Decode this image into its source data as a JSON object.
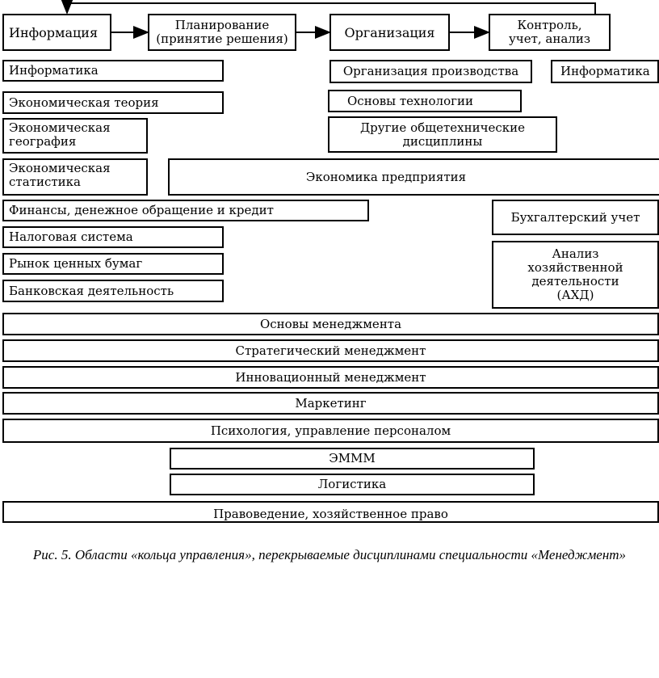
{
  "flow": {
    "information": "Информация",
    "planning": "Планирование\n(принятие решения)",
    "organization": "Организация",
    "control": "Контроль,\nучет, анализ"
  },
  "disciplines": {
    "informatics_left": "Информатика",
    "economic_theory": "Экономическая теория",
    "economic_geography": "Экономическая\nгеография",
    "economic_statistics": "Экономическая\nстатистика",
    "enterprise_economics": "Экономика предприятия",
    "finance": "Финансы, денежное обращение и кредит",
    "tax_system": "Налоговая система",
    "securities_market": "Рынок ценных бумаг",
    "banking": "Банковская деятельность",
    "production_organization": "Организация производства",
    "technology_basics": "Основы технологии",
    "general_technical": "Другие общетехнические\nдисциплины",
    "informatics_right": "Информатика",
    "accounting": "Бухгалтерский учет",
    "economic_analysis": "Анализ\nхозяйственной\nдеятельности\n(АХД)",
    "management_basics": "Основы менеджмента",
    "strategic_management": "Стратегический менеджмент",
    "innovation_management": "Инновационный менеджмент",
    "marketing": "Маркетинг",
    "psychology_hr": "Психология, управление персоналом",
    "emmm": "ЭМММ",
    "logistics": "Логистика",
    "law": "Правоведение, хозяйственное право"
  },
  "caption": "Рис. 5. Области «кольца управления», перекрываемые дисциплинами специальности «Менеджмент»"
}
